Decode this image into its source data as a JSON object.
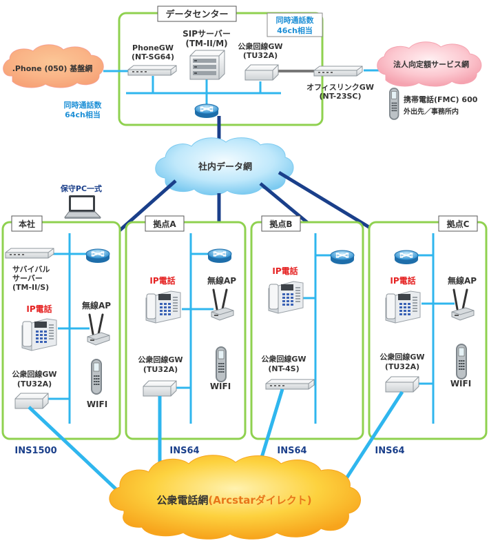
{
  "datacenter": {
    "title": "データセンター",
    "concurrent_46": [
      "同時通話数",
      "46ch相当"
    ],
    "phone_gw": [
      "PhoneGW",
      "(NT-SG64)"
    ],
    "sip_server": [
      "SIPサーバー",
      "(TM-II/M)"
    ],
    "public_gw": [
      "公衆回線GW",
      "(TU32A)"
    ]
  },
  "phone_net": ".Phone (050) 基盤網",
  "concurrent_64": [
    "同時通話数",
    "64ch相当"
  ],
  "corp_service": "法人向定額サービス網",
  "office_link": [
    "オフィスリンクGW",
    "(NT-23SC)"
  ],
  "fmc": [
    "携帯電話(FMC) 600",
    "外出先／事務所内"
  ],
  "corp_network": "社内データ網",
  "maint_pc": "保守PC一式",
  "sites": {
    "honsha": {
      "title": "本社",
      "survival": [
        "サバイバル",
        "サーバー",
        "(TM-II/S)"
      ],
      "ip_phone": "IP電話",
      "ap": "無線AP",
      "gw": [
        "公衆回線GW",
        "(TU32A)"
      ],
      "wifi": "WIFI",
      "line": "INS1500"
    },
    "a": {
      "title": "拠点A",
      "ip_phone": "IP電話",
      "ap": "無線AP",
      "gw": [
        "公衆回線GW",
        "(TU32A)"
      ],
      "wifi": "WIFI",
      "line": "INS64"
    },
    "b": {
      "title": "拠点B",
      "ip_phone": "IP電話",
      "gw": [
        "公衆回線GW",
        "(NT-4S)"
      ],
      "line": "INS64"
    },
    "c": {
      "title": "拠点C",
      "ip_phone": "IP電話",
      "ap": "無線AP",
      "gw": [
        "公衆回線GW",
        "(TU32A)"
      ],
      "wifi": "WIFI",
      "line": "INS64"
    }
  },
  "pstn": {
    "name": "公衆電話網",
    "service": "(Arcstarダイレクト)"
  },
  "colors": {
    "green_frame": "#8fd14f",
    "link_blue": "#2fb6ee",
    "trunk_navy": "#1a3f8a",
    "ip_red": "#e52222",
    "label_blue": "#1d8fd6",
    "cloud_orange": "#f7a41c",
    "cloud_blue": "#8fd3f5",
    "cloud_pink": "#f7b3bd"
  }
}
